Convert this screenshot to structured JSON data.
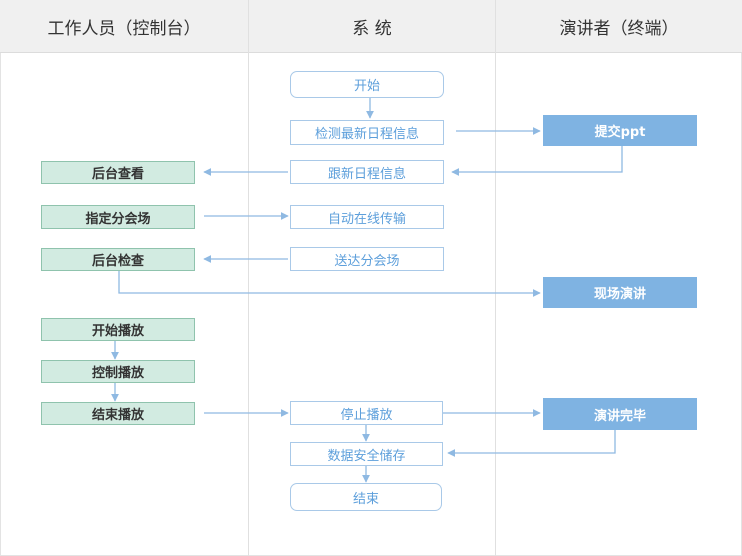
{
  "lanes": {
    "staff": "工作人员（控制台）",
    "system": "系 统",
    "speaker": "演讲者（终端）"
  },
  "nodes": {
    "start": "开始",
    "check_schedule": "检测最新日程信息",
    "submit_ppt": "提交ppt",
    "track_schedule": "跟新日程信息",
    "backend_view": "后台查看",
    "assign_venue": "指定分会场",
    "auto_transfer": "自动在线传输",
    "backend_check": "后台检查",
    "deliver_venue": "送达分会场",
    "live_speech": "现场演讲",
    "start_play": "开始播放",
    "control_play": "控制播放",
    "end_play": "结束播放",
    "stop_play": "停止播放",
    "speech_done": "演讲完毕",
    "secure_storage": "数据安全储存",
    "end": "结束"
  },
  "colors": {
    "lane_header_bg": "#f0f0f0",
    "staff_fill": "#d2ebe1",
    "staff_border": "#8fc3ad",
    "system_border": "#a9c9e8",
    "system_text": "#5d9fdb",
    "speaker_fill": "#7fb3e2",
    "arrow": "#8fb9e2"
  }
}
